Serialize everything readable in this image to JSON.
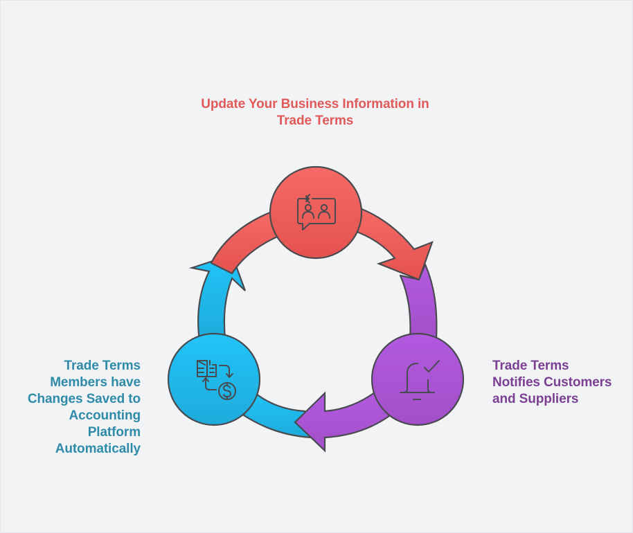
{
  "diagram": {
    "type": "cycle",
    "steps": [
      {
        "id": "step-1",
        "label": "Update Your Business Information in Trade Terms",
        "label_lines": [
          "Update Your Business Information in",
          "Trade Terms"
        ],
        "icon": "chat-people-refresh-icon",
        "color": "#f0605f",
        "text_color": "#e05a59"
      },
      {
        "id": "step-2",
        "label": "Trade Terms Notifies Customers and Suppliers",
        "label_lines": [
          "Trade Terms",
          "Notifies Customers",
          "and Suppliers"
        ],
        "icon": "bell-check-icon",
        "color": "#a953d2",
        "text_color": "#7a3f92"
      },
      {
        "id": "step-3",
        "label": "Trade Terms Members have Changes Saved to Accounting Platform Automatically",
        "label_lines": [
          "Trade Terms",
          "Members have",
          "Changes Saved to",
          "Accounting",
          "Platform",
          "Automatically"
        ],
        "icon": "ledger-dollar-exchange-icon",
        "color": "#1fb4e6",
        "text_color": "#2f8ba8"
      }
    ],
    "flow": [
      "step-1",
      "step-2",
      "step-3",
      "step-1"
    ],
    "colors": {
      "background": "#f2f3f5",
      "outline": "#484a4f",
      "red": "#f0605f",
      "purple": "#a953d2",
      "blue": "#1fb4e6"
    }
  }
}
